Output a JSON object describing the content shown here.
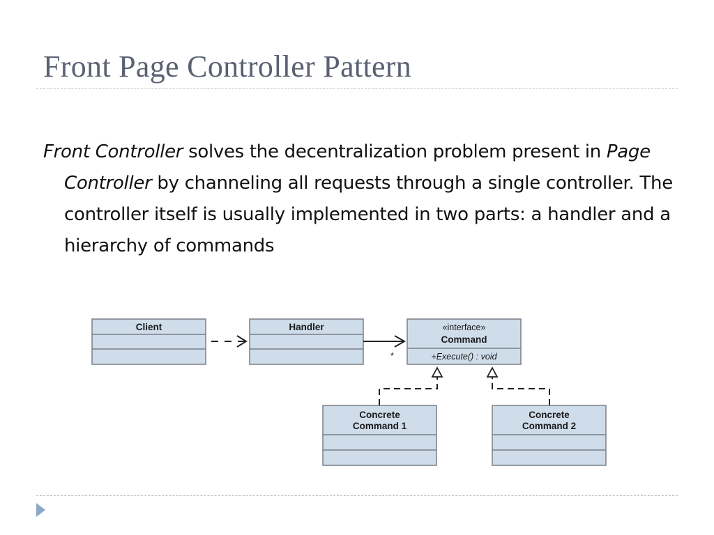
{
  "slide": {
    "title": "Front Page Controller Pattern",
    "paragraph": {
      "term1": "Front Controller",
      "text1": " solves the decentralization problem present in ",
      "term2": "Page Controller",
      "text2": " by channeling all requests through a single controller. The controller itself is usually implemented in two parts: a handler and a hierarchy of commands"
    }
  },
  "diagram": {
    "client": {
      "name": "Client"
    },
    "handler": {
      "name": "Handler",
      "multiplicity": "*"
    },
    "command": {
      "stereotype": "«interface»",
      "name": "Command",
      "operation": "+Execute() : void"
    },
    "concrete1": {
      "line1": "Concrete",
      "line2": "Command 1"
    },
    "concrete2": {
      "line1": "Concrete",
      "line2": "Command 2"
    }
  },
  "colors": {
    "class_fill": "#cfdcea",
    "class_stroke": "#7a7f86",
    "title_color": "#5b6172",
    "nav_arrow": "#8aa9c4"
  },
  "icons": {
    "nav": "triangle-right-icon"
  }
}
